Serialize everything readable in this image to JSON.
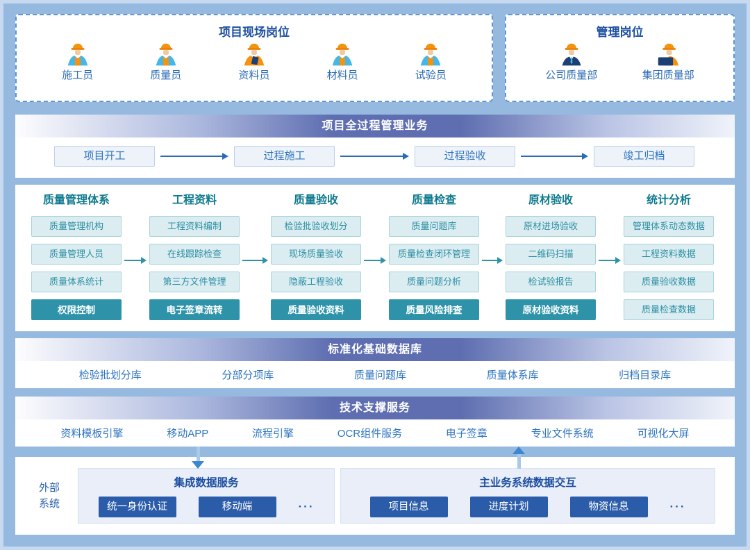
{
  "colors": {
    "accent_navy": "#1d4fa1",
    "accent_blue": "#2e74c0",
    "teal": "#2e93a9",
    "teal_light": "#dcedf1",
    "button_blue": "#2a5caa",
    "band_gradient_mid": "#5e6eb0",
    "helmet_orange": "#f5930f",
    "background_blue": "#96b9e0"
  },
  "site_panel": {
    "title": "项目现场岗位",
    "roles": [
      {
        "label": "施工员",
        "icon": "worker-icon"
      },
      {
        "label": "质量员",
        "icon": "worker-icon"
      },
      {
        "label": "资料员",
        "icon": "clipboard-worker-icon"
      },
      {
        "label": "材料员",
        "icon": "worker-icon"
      },
      {
        "label": "试验员",
        "icon": "worker-icon"
      }
    ]
  },
  "mgmt_panel": {
    "title": "管理岗位",
    "roles": [
      {
        "label": "公司质量部",
        "icon": "manager-icon"
      },
      {
        "label": "集团质量部",
        "icon": "laptop-manager-icon"
      }
    ]
  },
  "process_band": {
    "title": "项目全过程管理业务",
    "steps": [
      "项目开工",
      "过程施工",
      "过程验收",
      "竣工归档"
    ]
  },
  "modules_band": {
    "columns": [
      {
        "title": "质量管理体系",
        "items": [
          {
            "label": "质量管理机构",
            "highlight": false
          },
          {
            "label": "质量管理人员",
            "highlight": false
          },
          {
            "label": "质量体系统计",
            "highlight": false
          },
          {
            "label": "权限控制",
            "highlight": true
          }
        ]
      },
      {
        "title": "工程资料",
        "items": [
          {
            "label": "工程资料编制",
            "highlight": false
          },
          {
            "label": "在线跟踪检查",
            "highlight": false
          },
          {
            "label": "第三方文件管理",
            "highlight": false
          },
          {
            "label": "电子签章流转",
            "highlight": true
          }
        ]
      },
      {
        "title": "质量验收",
        "items": [
          {
            "label": "检验批验收划分",
            "highlight": false
          },
          {
            "label": "现场质量验收",
            "highlight": false
          },
          {
            "label": "隐蔽工程验收",
            "highlight": false
          },
          {
            "label": "质量验收资料",
            "highlight": true
          }
        ]
      },
      {
        "title": "质量检查",
        "items": [
          {
            "label": "质量问题库",
            "highlight": false
          },
          {
            "label": "质量检查闭环管理",
            "highlight": false
          },
          {
            "label": "质量问题分析",
            "highlight": false
          },
          {
            "label": "质量风险排查",
            "highlight": true
          }
        ]
      },
      {
        "title": "原材验收",
        "items": [
          {
            "label": "原材进场验收",
            "highlight": false
          },
          {
            "label": "二维码扫描",
            "highlight": false
          },
          {
            "label": "检试验报告",
            "highlight": false
          },
          {
            "label": "原材验收资料",
            "highlight": true
          }
        ]
      },
      {
        "title": "统计分析",
        "items": [
          {
            "label": "管理体系动态数据",
            "highlight": false
          },
          {
            "label": "工程资料数据",
            "highlight": false
          },
          {
            "label": "质量验收数据",
            "highlight": false
          },
          {
            "label": "质量检查数据",
            "highlight": false
          }
        ]
      }
    ]
  },
  "database_band": {
    "title": "标准化基础数据库",
    "items": [
      "检验批划分库",
      "分部分项库",
      "质量问题库",
      "质量体系库",
      "归档目录库"
    ]
  },
  "tech_band": {
    "title": "技术支撑服务",
    "items": [
      "资料模板引擎",
      "移动APP",
      "流程引擎",
      "OCR组件服务",
      "电子签章",
      "专业文件系统",
      "可视化大屏"
    ]
  },
  "external": {
    "label": "外部系统",
    "panels": [
      {
        "title": "集成数据服务",
        "buttons": [
          "统一身份认证",
          "移动端"
        ],
        "more": "···"
      },
      {
        "title": "主业务系统数据交互",
        "buttons": [
          "项目信息",
          "进度计划",
          "物资信息"
        ],
        "more": "···"
      }
    ]
  }
}
